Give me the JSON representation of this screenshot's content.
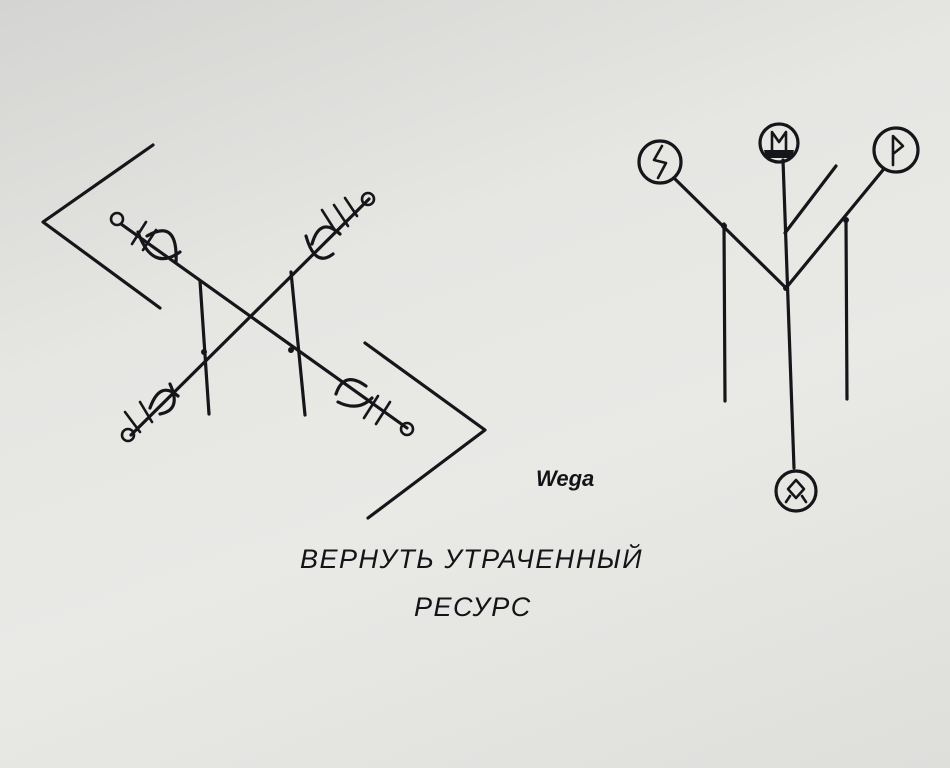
{
  "drawing": {
    "signature": "Wega",
    "caption": {
      "line1": "ВЕРНУТЬ УТРАЧЕННЫЙ",
      "line2": "РЕСУРС"
    },
    "left_figure": "crossed-staves-with-anchor-runes",
    "right_figure": "tree-stave-with-rune-circles",
    "rune_circles": [
      "sowilo-rune",
      "ehwaz-rune",
      "wunjo-rune",
      "othala-rune"
    ],
    "ink_color": "#16161a",
    "paper_color": "#e7e7e4"
  }
}
